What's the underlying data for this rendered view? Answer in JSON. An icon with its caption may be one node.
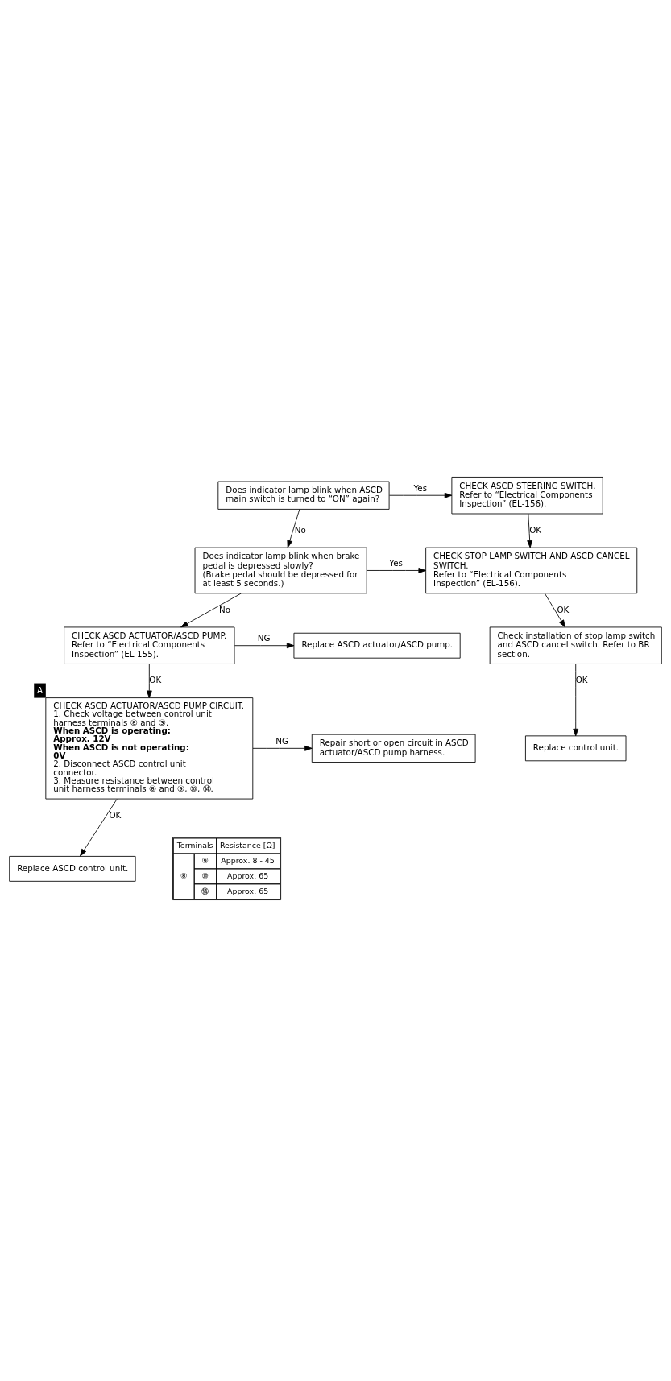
{
  "diagram": {
    "nodes": [
      {
        "text": [
          "Does indicator lamp blink when ASCD main switch is turned to “ON” again?"
        ]
      },
      {
        "text": [
          "CHECK ASCD STEERING SWITCH.",
          "Refer to “Electrical Components Inspection” (EL-156)."
        ]
      },
      {
        "text": [
          "Does indicator lamp blink when brake pedal is depressed slowly?",
          "(Brake pedal should be depressed for at least 5 seconds.)"
        ]
      },
      {
        "text": [
          "CHECK STOP LAMP SWITCH AND ASCD CANCEL SWITCH.",
          "Refer to “Electrical Components Inspection” (EL-156)."
        ]
      },
      {
        "text": [
          "Check installation of stop lamp switch and ASCD cancel switch. Refer to BR section."
        ]
      },
      {
        "text": [
          "Replace control unit."
        ]
      },
      {
        "text": [
          "CHECK ASCD ACTUATOR/ASCD PUMP.",
          "Refer to “Electrical Components Inspection” (EL-155)."
        ]
      },
      {
        "text": [
          "Replace ASCD actuator/ASCD pump."
        ]
      },
      {
        "text": [
          "CHECK ASCD ACTUATOR/ASCD PUMP CIRCUIT.",
          "1. Check voltage between control unit harness terminals ⑧ and ③.",
          "**When ASCD is operating:**",
          "**Approx. 12V**",
          "**When ASCD is not operating:**",
          "**0V**",
          "2. Disconnect ASCD control unit connector.",
          "3. Measure resistance between control unit harness terminals ⑧ and ⑨, ⑩, ⑭."
        ],
        "beside": [
          "A"
        ]
      },
      {
        "text": [
          "Repair short or open circuit in ASCD actuator/ASCD pump harness."
        ]
      },
      {
        "text": [
          "Replace ASCD control unit."
        ]
      }
    ],
    "edges": [
      {
        "from": 0,
        "to": 1,
        "arrow": "to",
        "label": "Yes"
      },
      {
        "from": 0,
        "to": 2,
        "arrow": "to",
        "label": "No"
      },
      {
        "from": 1,
        "to": 3,
        "arrow": "to",
        "label": "OK"
      },
      {
        "from": 2,
        "to": 3,
        "arrow": "to",
        "label": "Yes"
      },
      {
        "from": 2,
        "to": 6,
        "arrow": "to",
        "label": "No"
      },
      {
        "from": 3,
        "to": 4,
        "arrow": "to",
        "label": "OK"
      },
      {
        "from": 4,
        "to": 5,
        "arrow": "to",
        "label": "OK"
      },
      {
        "from": 6,
        "to": 7,
        "arrow": "to",
        "label": "NG"
      },
      {
        "from": 6,
        "to": 8,
        "arrow": "to",
        "label": "OK"
      },
      {
        "from": 8,
        "to": 9,
        "arrow": "to",
        "label": "NG"
      },
      {
        "from": 8,
        "to": 10,
        "arrow": "to",
        "label": "OK"
      }
    ],
    "labels": [
      "Terminals",
      "Resistance [Ω]",
      "⑧",
      "⑨",
      "Approx. 8 - 45",
      "⑩",
      "Approx. 65",
      "⑭",
      "Approx. 65"
    ]
  }
}
